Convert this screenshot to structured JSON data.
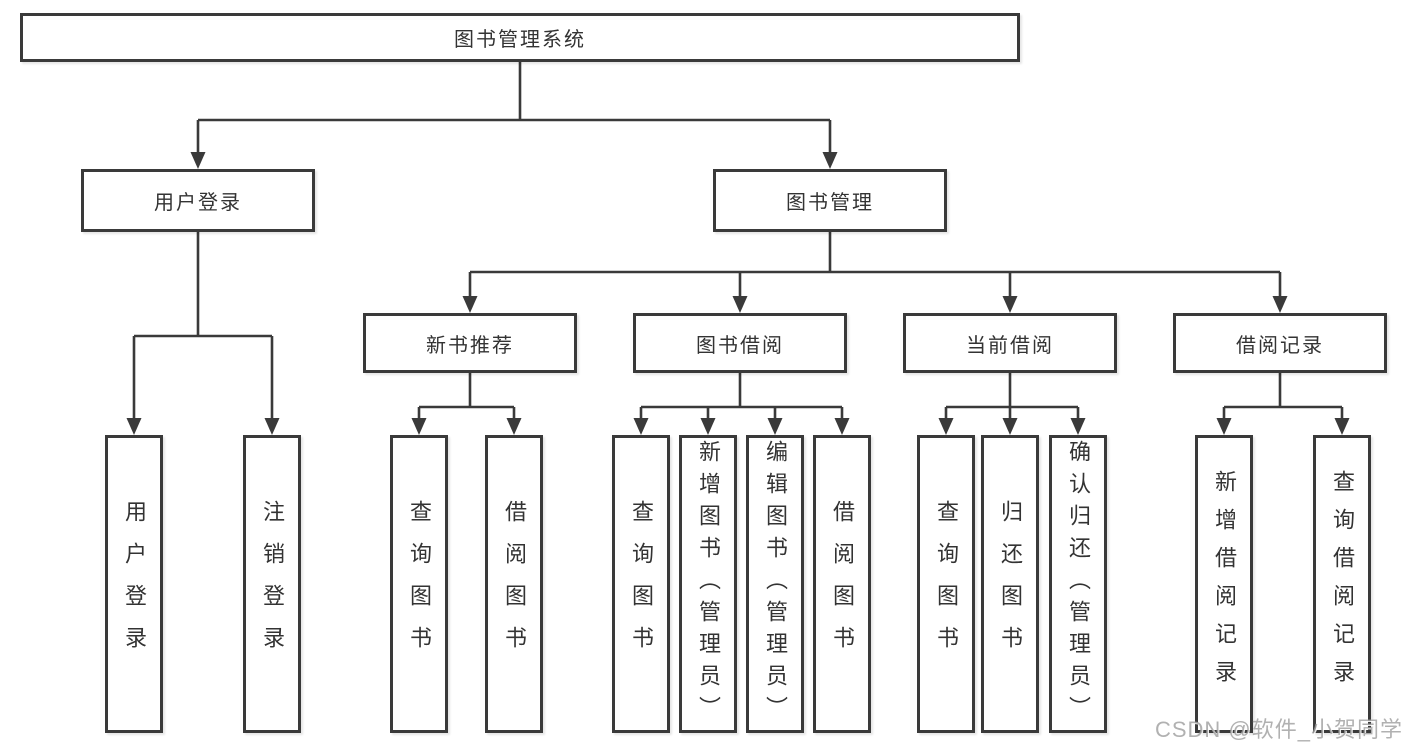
{
  "colors": {
    "line": "#3a3a3a",
    "text": "#333333",
    "background": "#ffffff",
    "watermark": "#9e9e9e"
  },
  "tree": {
    "root": {
      "label": "图书管理系统"
    },
    "branches": [
      {
        "label": "用户登录",
        "children": [
          {
            "label": "用户登录"
          },
          {
            "label": "注销登录"
          }
        ]
      },
      {
        "label": "图书管理",
        "children": [
          {
            "label": "新书推荐",
            "children": [
              {
                "label": "查询图书"
              },
              {
                "label": "借阅图书"
              }
            ]
          },
          {
            "label": "图书借阅",
            "children": [
              {
                "label": "查询图书"
              },
              {
                "label": "新增图书（管理员）"
              },
              {
                "label": "编辑图书（管理员）"
              },
              {
                "label": "借阅图书"
              }
            ]
          },
          {
            "label": "当前借阅",
            "children": [
              {
                "label": "查询图书"
              },
              {
                "label": "归还图书"
              },
              {
                "label": "确认归还（管理员）"
              }
            ]
          },
          {
            "label": "借阅记录",
            "children": [
              {
                "label": "新增借阅记录"
              },
              {
                "label": "查询借阅记录"
              }
            ]
          }
        ]
      }
    ]
  },
  "watermark": {
    "text": "CSDN @软件_小贺同学"
  }
}
